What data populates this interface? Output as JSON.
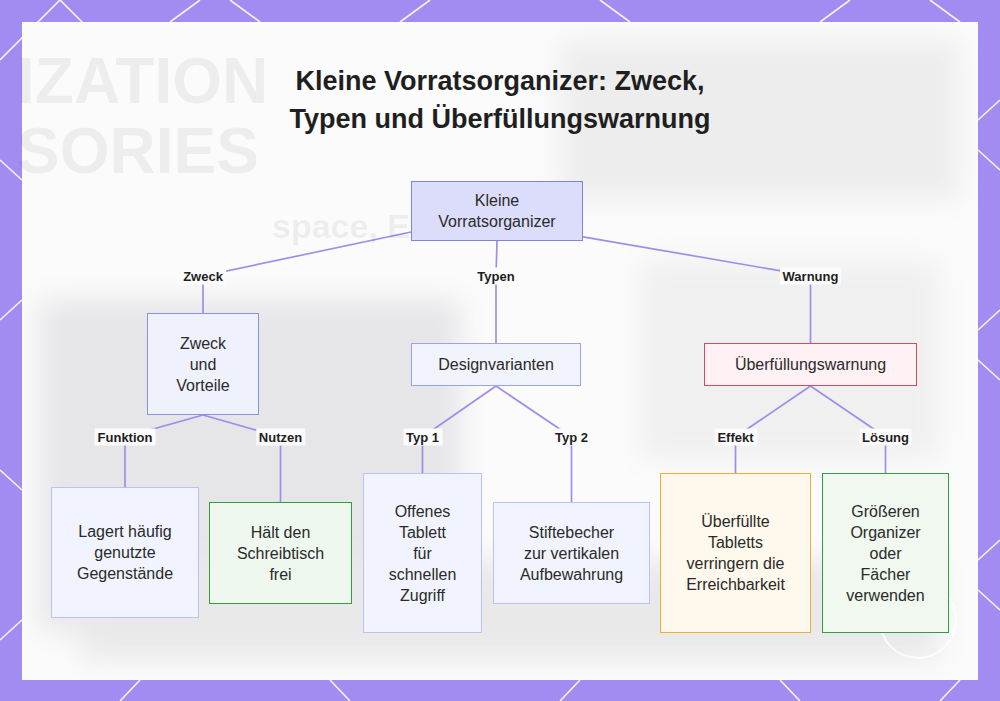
{
  "diagram": {
    "title": "Kleine Vorratsorganizer: Zweck, Typen und Überfüllungswarnung",
    "nodes": [
      {
        "text": [
          "Kleine Vorratsorganizer"
        ]
      },
      {
        "text": [
          "Zweck und Vorteile"
        ]
      },
      {
        "text": [
          "Designvarianten"
        ]
      },
      {
        "text": [
          "Überfüllungswarnung"
        ]
      },
      {
        "text": [
          "Lagert häufig genutzte Gegenstände"
        ]
      },
      {
        "text": [
          "Hält den Schreibtisch frei"
        ]
      },
      {
        "text": [
          "Offenes Tablett für schnellen Zugriff"
        ]
      },
      {
        "text": [
          "Stiftebecher zur vertikalen Aufbewahrung"
        ]
      },
      {
        "text": [
          "Überfüllte Tabletts verringern die Erreichbarkeit"
        ]
      },
      {
        "text": [
          "Größeren Organizer oder Fächer verwenden"
        ]
      }
    ],
    "edges": [
      {
        "from": 0,
        "to": 1,
        "label": "Zweck",
        "arrow": "none"
      },
      {
        "from": 0,
        "to": 2,
        "label": "Typen",
        "arrow": "none"
      },
      {
        "from": 0,
        "to": 3,
        "label": "Warnung",
        "arrow": "none"
      },
      {
        "from": 1,
        "to": 4,
        "label": "Funktion",
        "arrow": "none"
      },
      {
        "from": 1,
        "to": 5,
        "label": "Nutzen",
        "arrow": "none"
      },
      {
        "from": 2,
        "to": 6,
        "label": "Typ 1",
        "arrow": "none"
      },
      {
        "from": 2,
        "to": 7,
        "label": "Typ 2",
        "arrow": "none"
      },
      {
        "from": 3,
        "to": 8,
        "label": "Effekt",
        "arrow": "none"
      },
      {
        "from": 3,
        "to": 9,
        "label": "Lösung",
        "arrow": "none"
      }
    ],
    "labels": [
      "IZATION",
      "SORIES",
      "space, Easier Acc"
    ]
  }
}
